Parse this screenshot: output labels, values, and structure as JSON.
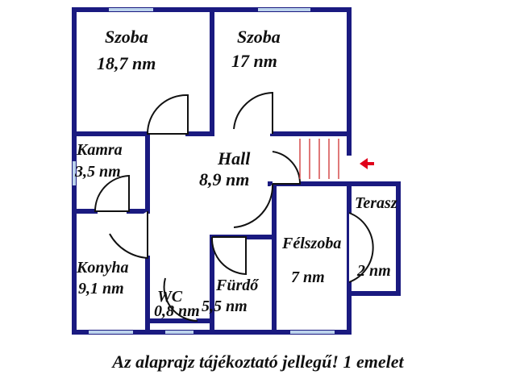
{
  "rooms": [
    {
      "id": "szoba1",
      "name": "Szoba",
      "area": "18,7 nm"
    },
    {
      "id": "szoba2",
      "name": "Szoba",
      "area": "17 nm"
    },
    {
      "id": "kamra",
      "name": "Kamra",
      "area": "3,5 nm"
    },
    {
      "id": "hall",
      "name": "Hall",
      "area": "8,9 nm"
    },
    {
      "id": "terasz",
      "name": "Terasz",
      "area": "2 nm"
    },
    {
      "id": "felszoba",
      "name": "Félszoba",
      "area": "7 nm"
    },
    {
      "id": "konyha",
      "name": "Konyha",
      "area": "9,1 nm"
    },
    {
      "id": "wc",
      "name": "WC",
      "area": "0,8 nm"
    },
    {
      "id": "furdo",
      "name": "Fürdő",
      "area": "5,5 nm"
    }
  ],
  "caption": "Az alaprajz tájékoztató jellegű! 1 emelet",
  "colors": {
    "wall": "#1a1a80",
    "window": "#bcd3ec",
    "stair": "#d24040",
    "arrow": "#e0001a",
    "text": "#111111"
  },
  "icons": {
    "entrance": "arrow-left-icon"
  }
}
